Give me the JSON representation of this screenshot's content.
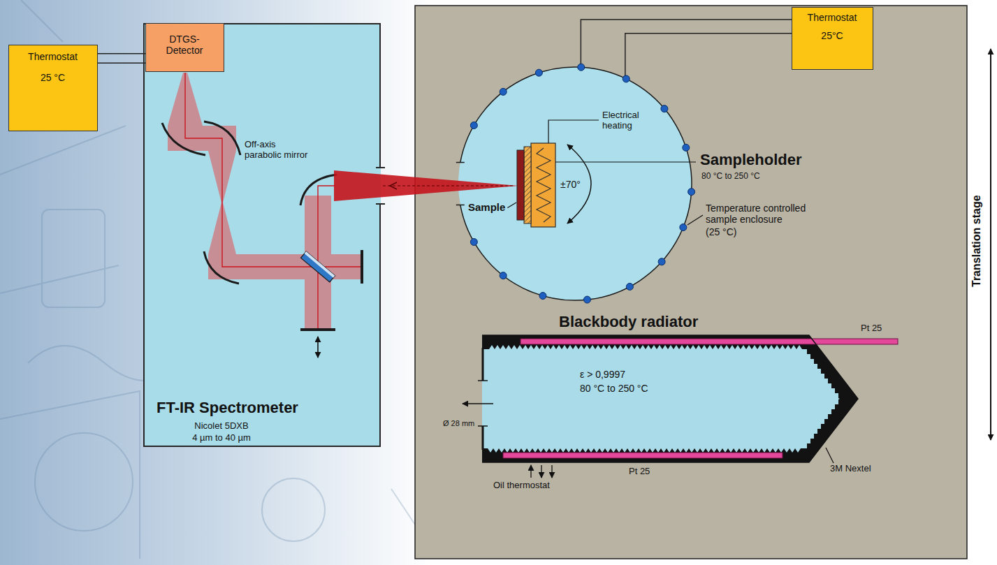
{
  "diagram": {
    "nodes": [
      {
        "text": [
          "Thermostat",
          "25 °C"
        ]
      },
      {
        "text": [
          "FT-IR Spectrometer",
          "Nicolet 5DXB",
          "4 µm to 40 µm"
        ]
      },
      {
        "text": [
          "DTGS- Detector"
        ],
        "in": 1
      },
      {
        "text": [
          "Thermostat",
          "25°C"
        ]
      },
      {
        "text": [
          "Sample",
          "Electrical heating",
          "±70°"
        ]
      },
      {
        "text": [
          "Blackbody radiator",
          "ε > 0,9997",
          "80 °C to 250 °C"
        ]
      }
    ],
    "edges": [
      {
        "from": 0,
        "to": 2,
        "arrow": "none"
      },
      {
        "from": 3,
        "to": 4,
        "arrow": "none"
      }
    ],
    "labels": [
      "Off-axis parabolic mirror",
      "Sampleholder",
      "80 °C to 250 °C",
      "Temperature controlled sample enclosure",
      "(25 °C)",
      "Pt 25",
      "Ø 28 mm",
      "Oil thermostat",
      "Pt 25",
      "3M Nextel",
      "Translation stage"
    ]
  }
}
